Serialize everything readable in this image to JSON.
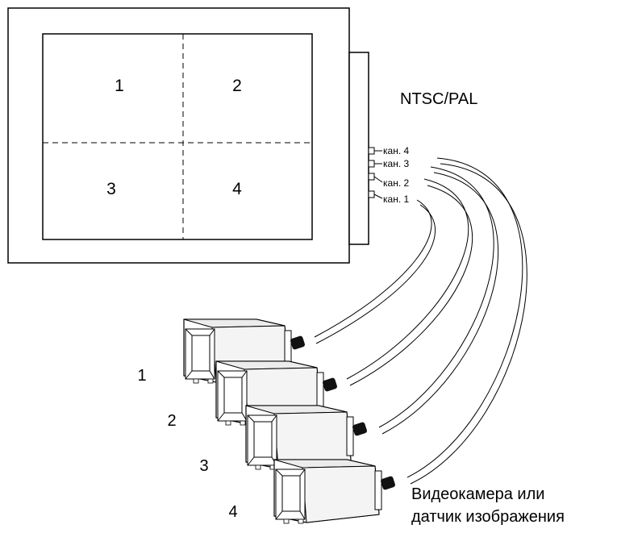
{
  "monitor": {
    "quadrants": [
      "1",
      "2",
      "3",
      "4"
    ],
    "signal_label": "NTSC/PAL",
    "ports": [
      "кан. 4",
      "кан. 3",
      "кан. 2",
      "кан. 1"
    ]
  },
  "cameras": {
    "numbers": [
      "1",
      "2",
      "3",
      "4"
    ],
    "caption_line1": "Видеокамера или",
    "caption_line2": "датчик изображения"
  }
}
